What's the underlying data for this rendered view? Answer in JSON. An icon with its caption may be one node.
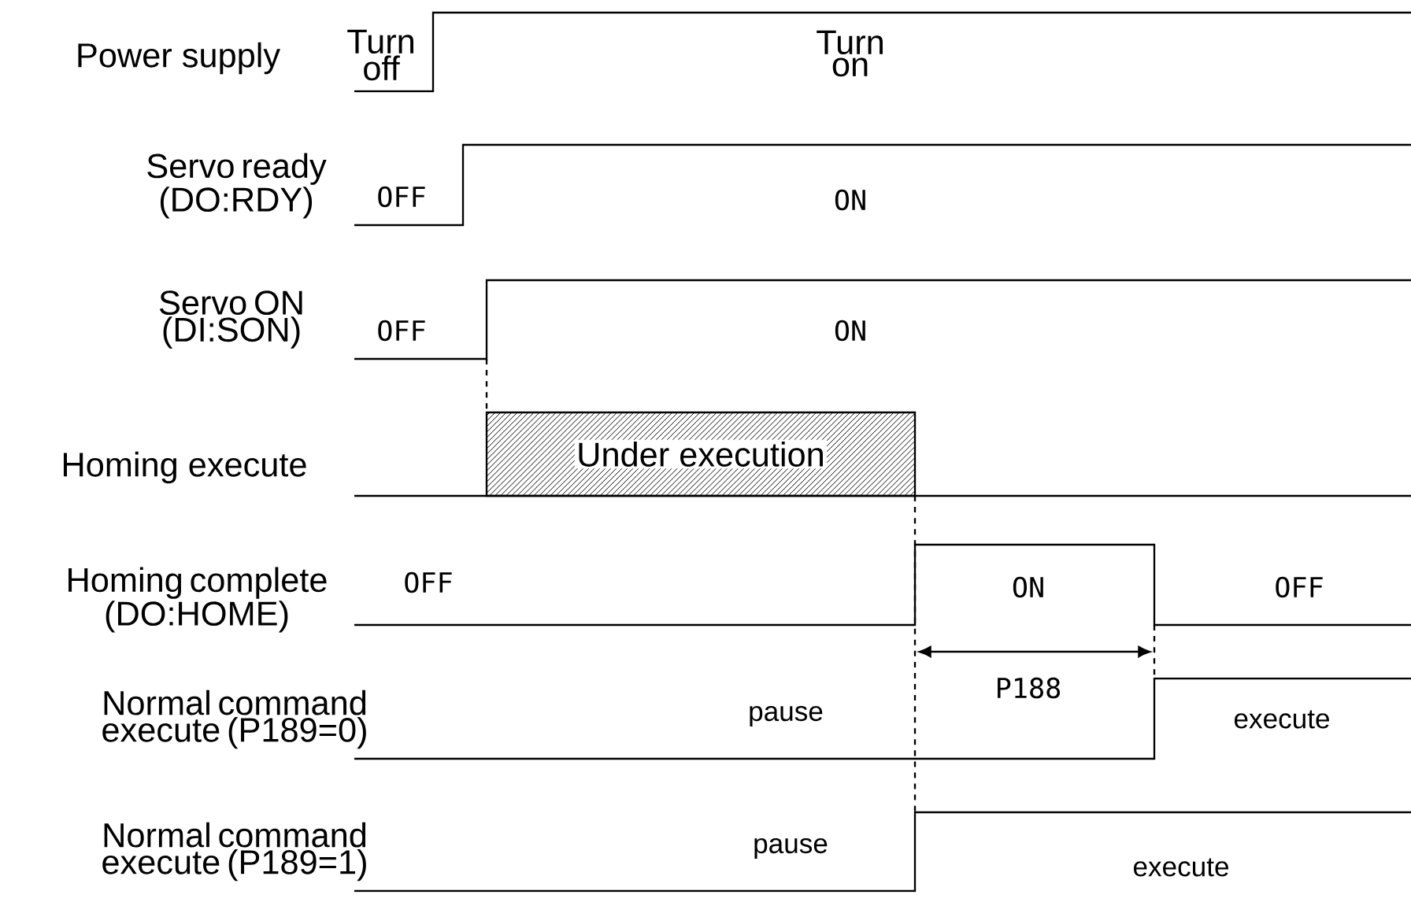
{
  "diagram": {
    "nodes": [
      {
        "text": [
          "Under execution"
        ]
      }
    ],
    "labels": [
      "Power supply",
      "Turn off",
      "Turn on",
      "Servo ready (DO:RDY)",
      "OFF",
      "ON",
      "Servo ON (DI:SON)",
      "OFF",
      "ON",
      "Homing execute",
      "Homing complete (DO:HOME)",
      "OFF",
      "ON",
      "OFF",
      "P188",
      "Normal command execute (P189=0)",
      "pause",
      "execute",
      "Normal command execute (P189=1)",
      "pause",
      "execute"
    ]
  }
}
